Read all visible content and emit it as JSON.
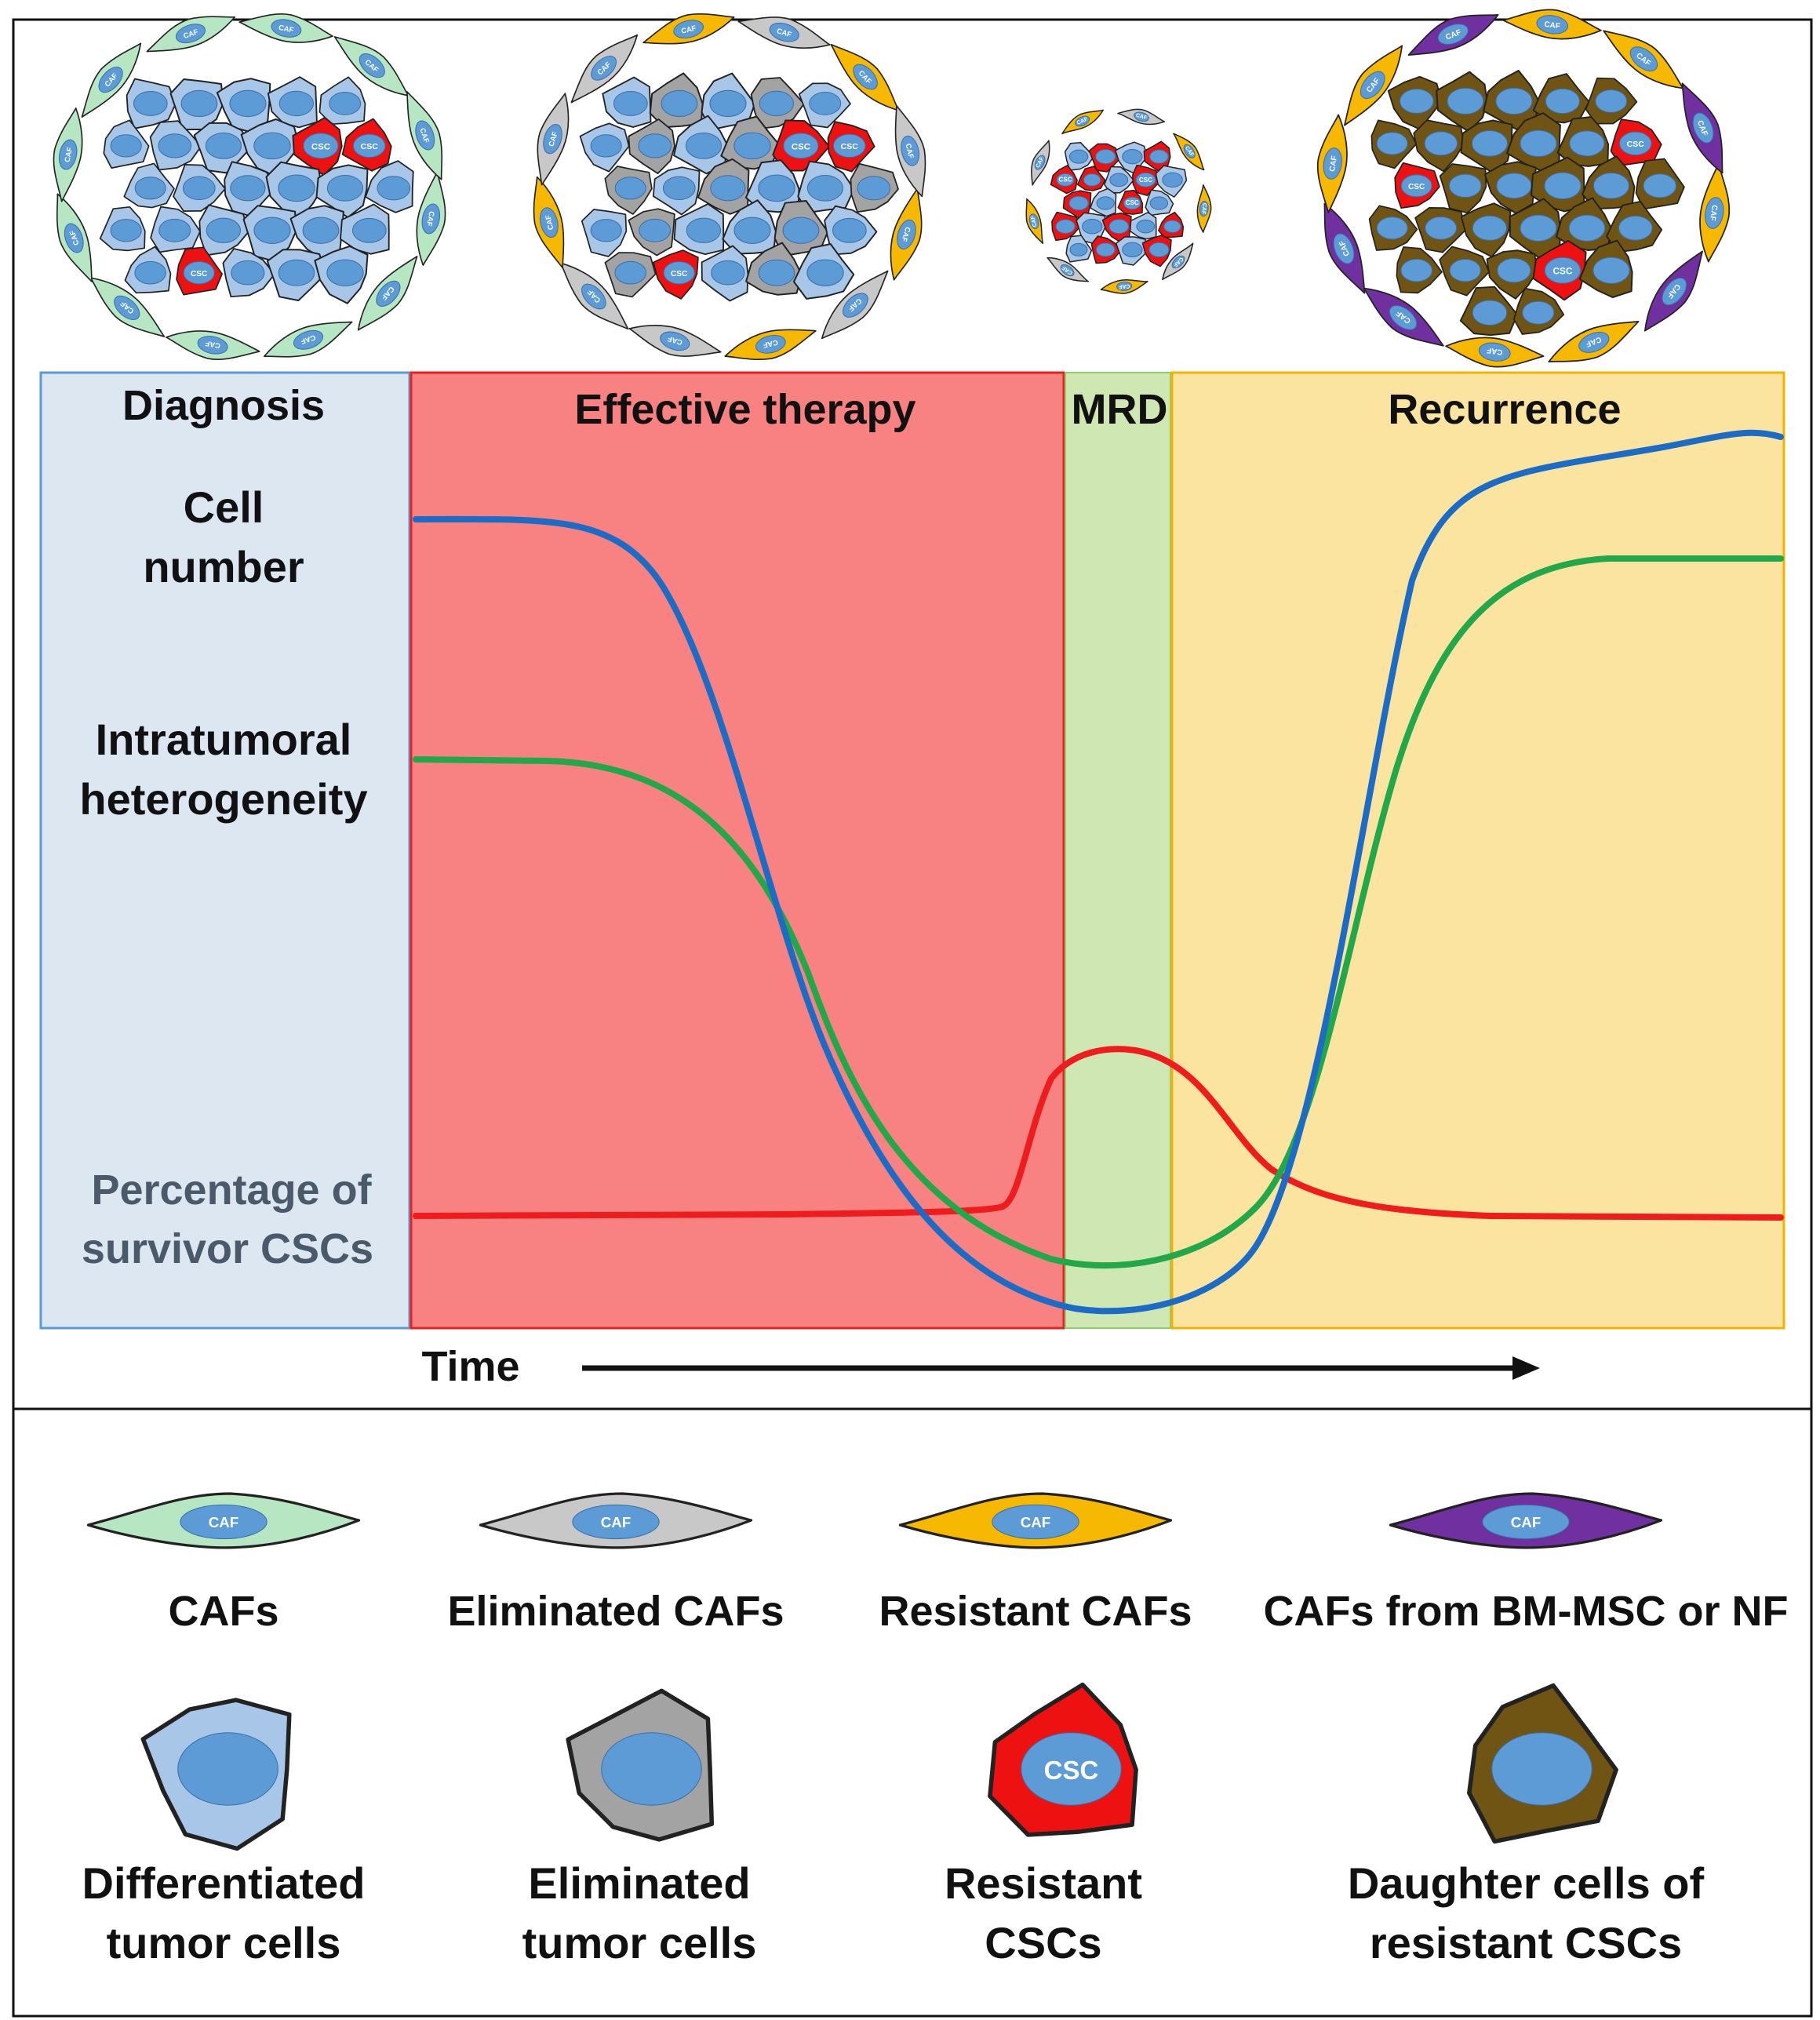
{
  "colors": {
    "phase_diagnosis": "#dde7f2",
    "phase_therapy": "#f88181",
    "phase_mrd": "#cfe8b3",
    "phase_recurrence": "#fbe4a0",
    "series_cell_number": "#1c6cc6",
    "series_heterogeneity": "#22a84a",
    "series_csc": "#ee1c1c",
    "caf_normal": "#b6e6c2",
    "caf_eliminated": "#c8c8c8",
    "caf_resistant": "#f6b800",
    "caf_bm_msc": "#7030a0",
    "tumor_differentiated": "#a7c6e8",
    "tumor_eliminated": "#a3a3a3",
    "tumor_csc": "#ee1111",
    "tumor_daughter": "#705413",
    "nucleus": "#5c9bd6"
  },
  "phases": {
    "diagnosis": "Diagnosis",
    "therapy": "Effective therapy",
    "mrd": "MRD",
    "recurrence": "Recurrence"
  },
  "row_labels": {
    "cell_number": [
      "Cell",
      "number"
    ],
    "heterogeneity": [
      "Intratumoral",
      "heterogeneity"
    ],
    "csc": [
      "Percentage of",
      "survivor CSCs"
    ]
  },
  "time_label": "Time",
  "nucleus_labels": {
    "caf": "CAF",
    "csc": "CSC"
  },
  "legend": {
    "cafs": [
      {
        "label": "CAFs",
        "color_key": "caf_normal"
      },
      {
        "label": "Eliminated CAFs",
        "color_key": "caf_eliminated"
      },
      {
        "label": "Resistant CAFs",
        "color_key": "caf_resistant"
      },
      {
        "label": "CAFs from BM-MSC or NF",
        "color_key": "caf_bm_msc"
      }
    ],
    "tumor_cells": [
      {
        "lines": [
          "Differentiated",
          "tumor cells"
        ],
        "color_key": "tumor_differentiated"
      },
      {
        "lines": [
          "Eliminated",
          "tumor cells"
        ],
        "color_key": "tumor_eliminated"
      },
      {
        "lines": [
          "Resistant",
          "CSCs"
        ],
        "color_key": "tumor_csc"
      },
      {
        "lines": [
          "Daughter cells of",
          "resistant CSCs"
        ],
        "color_key": "tumor_daughter"
      }
    ]
  }
}
